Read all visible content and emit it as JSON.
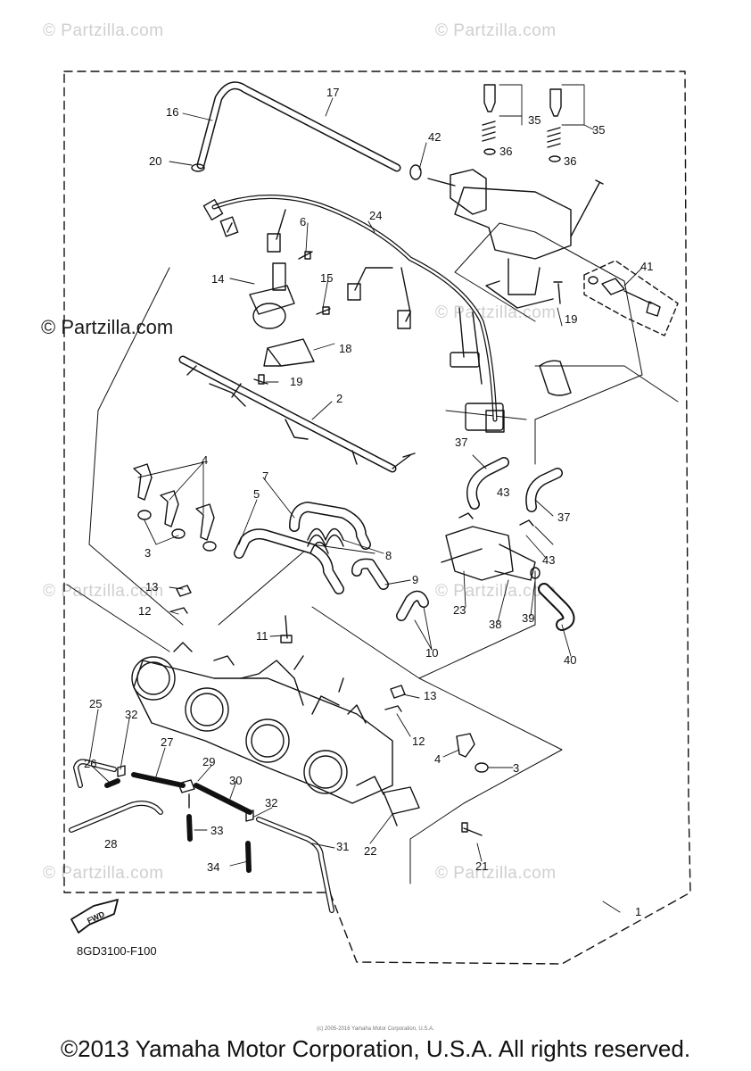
{
  "watermarks": [
    "© Partzilla.com",
    "© Partzilla.com",
    "© Partzilla.com",
    "© Partzilla.com",
    "© Partzilla.com",
    "© Partzilla.com",
    "© Partzilla.com",
    "© Partzilla.com"
  ],
  "watermark_dark": "© Partzilla.com",
  "diagram_code": "8GD3100-F100",
  "fwd_label": "FWD",
  "footer_small": "(c) 2005-2016 Yamaha Motor Corporation, U.S.A.",
  "footer": "©2013 Yamaha Motor Corporation, U.S.A. All rights reserved.",
  "callouts": [
    "1",
    "2",
    "3",
    "3",
    "4",
    "4",
    "5",
    "6",
    "7",
    "8",
    "9",
    "10",
    "11",
    "12",
    "12",
    "13",
    "13",
    "14",
    "15",
    "16",
    "17",
    "18",
    "19",
    "19",
    "20",
    "21",
    "22",
    "23",
    "24",
    "25",
    "26",
    "27",
    "28",
    "29",
    "30",
    "31",
    "32",
    "32",
    "33",
    "34",
    "35",
    "35",
    "36",
    "36",
    "37",
    "37",
    "38",
    "39",
    "40",
    "41",
    "42",
    "43",
    "43"
  ]
}
